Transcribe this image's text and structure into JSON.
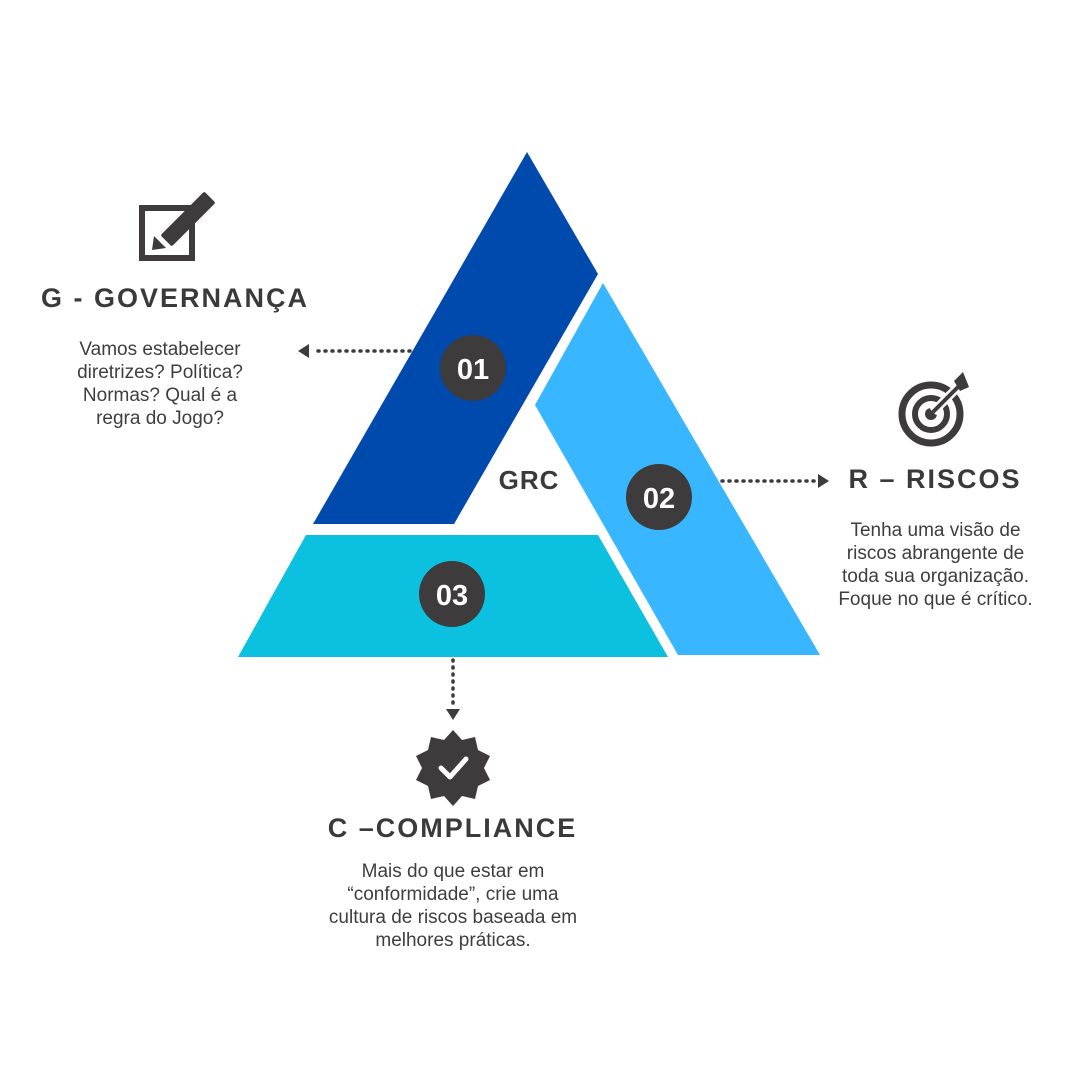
{
  "center_label": "GRC",
  "sections": [
    {
      "number": "01",
      "title": "G - GOVERNANÇA",
      "description": "Vamos estabelecer diretrizes? Política? Normas? Qual é a regra do Jogo?",
      "icon": "edit-icon",
      "color": "#004aad"
    },
    {
      "number": "02",
      "title": "R – RISCOS",
      "description": "Tenha uma visão de riscos abrangente de toda sua organização. Foque no que é crítico.",
      "icon": "target-icon",
      "color": "#38b6ff"
    },
    {
      "number": "03",
      "title": "C –COMPLIANCE",
      "description": "Mais do que estar em “conformidade”, crie uma cultura de riscos baseada em melhores práticas.",
      "icon": "verified-badge-icon",
      "color": "#0cc0df"
    }
  ],
  "colors": {
    "badge": "#3d3b3b",
    "text": "#3a3a3a"
  }
}
